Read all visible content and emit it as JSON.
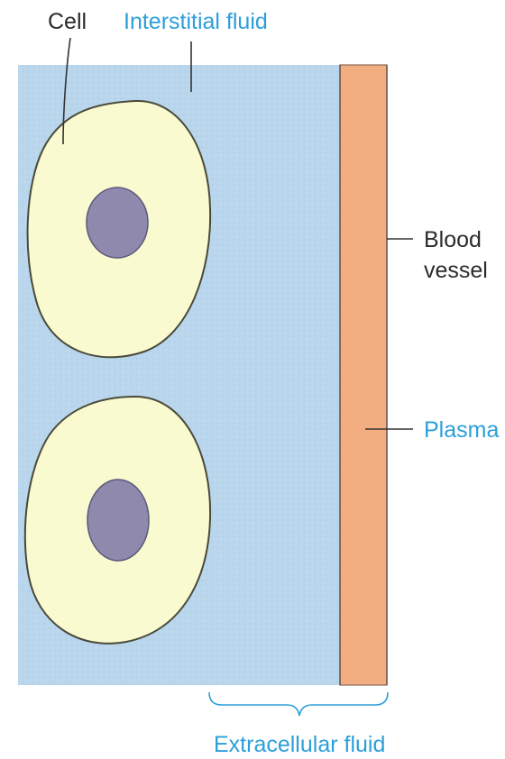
{
  "labels": {
    "cell": "Cell",
    "interstitial_fluid": "Interstitial fluid",
    "blood_vessel_line1": "Blood",
    "blood_vessel_line2": "vessel",
    "plasma": "Plasma",
    "extracellular_fluid": "Extracellular fluid"
  },
  "colors": {
    "interstitial_fluid": "#b9d6ec",
    "blood_vessel": "#f2ad80",
    "cell_body": "#fafad0",
    "nucleus": "#8f89ad",
    "label_dark": "#2b2b2b",
    "label_blue": "#2c9fd9"
  }
}
